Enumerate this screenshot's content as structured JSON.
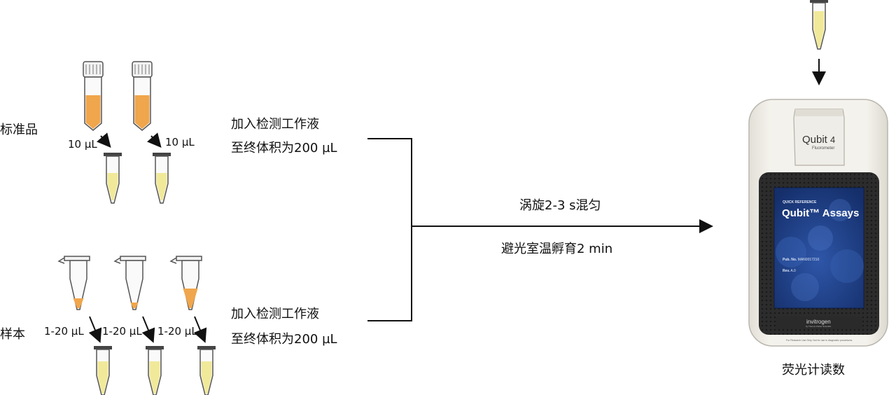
{
  "labels": {
    "standards": "标准品",
    "samples": "样本",
    "vol_std_1": "10 µL",
    "vol_std_2": "10 µL",
    "vol_sample_1": "1-20 µL",
    "vol_sample_2": "1-20 µL",
    "vol_sample_3": "1-20 µL",
    "add_reagent_line1": "加入检测工作液",
    "add_reagent_line2": "至终体积为200 µL",
    "add_reagent_line1_b": "加入检测工作液",
    "add_reagent_line2_b": "至终体积为200 µL",
    "vortex": "涡旋2-3 s混匀",
    "incubate": "避光室温孵育2 min",
    "read": "荧光计读数"
  },
  "device": {
    "brand": "Qubit",
    "model": "4",
    "subtitle": "Fluorometer",
    "card_header": "QUICK REFERENCE",
    "card_title": "Qubit™ Assays",
    "pub_label": "Pub. No.",
    "pub_value": "MAN0017210",
    "rev_label": "Rev.",
    "rev_value": "A.0",
    "maker": "invitrogen",
    "maker_sub": "by Thermo Fisher Scientific",
    "footer": "For Research Use Only. Not for use in diagnostic procedures."
  },
  "colors": {
    "orange": "#f0a64c",
    "yellow_liquid": "#f1e99a",
    "card_blue": "#1e3f86",
    "device_body": "#f1efe9"
  }
}
